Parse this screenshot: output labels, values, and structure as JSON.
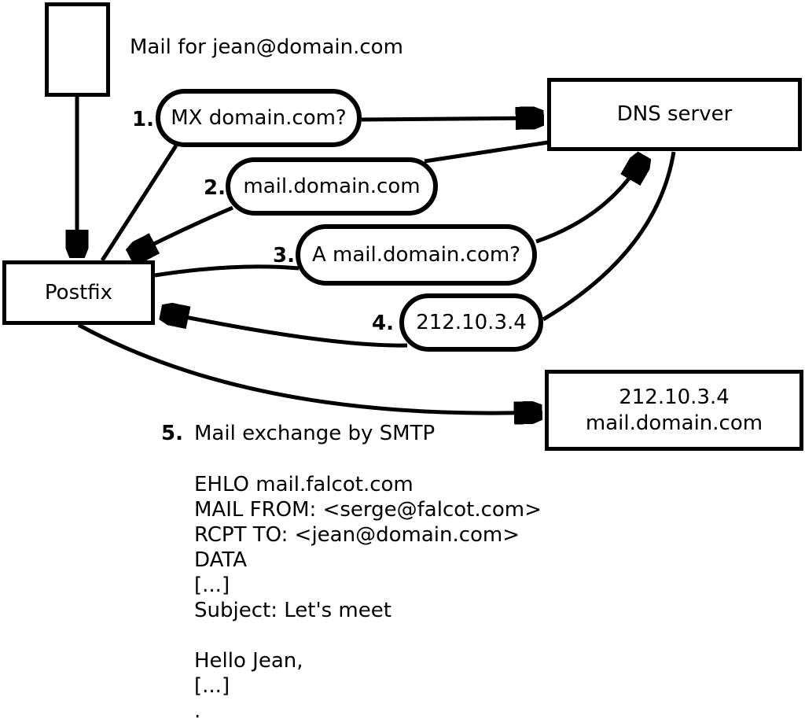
{
  "note": {
    "text": "Mail for jean@domain.com"
  },
  "nodes": {
    "postfix": {
      "label": "Postfix"
    },
    "dns": {
      "label": "DNS server"
    },
    "target": {
      "line1": "212.10.3.4",
      "line2": "mail.domain.com"
    }
  },
  "steps": [
    {
      "number": "1.",
      "label": "MX domain.com?"
    },
    {
      "number": "2.",
      "label": "mail.domain.com"
    },
    {
      "number": "3.",
      "label": "A mail.domain.com?"
    },
    {
      "number": "4.",
      "label": "212.10.3.4"
    },
    {
      "number": "5.",
      "label": "Mail exchange by SMTP"
    }
  ],
  "smtp_transcript": [
    "EHLO mail.falcot.com",
    "MAIL FROM: <serge@falcot.com>",
    "RCPT TO: <jean@domain.com>",
    "DATA",
    "[...]",
    "Subject: Let's meet",
    "",
    "Hello Jean,",
    "[...]",
    "."
  ],
  "colors": {
    "ink": "#000000",
    "background": "#ffffff"
  }
}
